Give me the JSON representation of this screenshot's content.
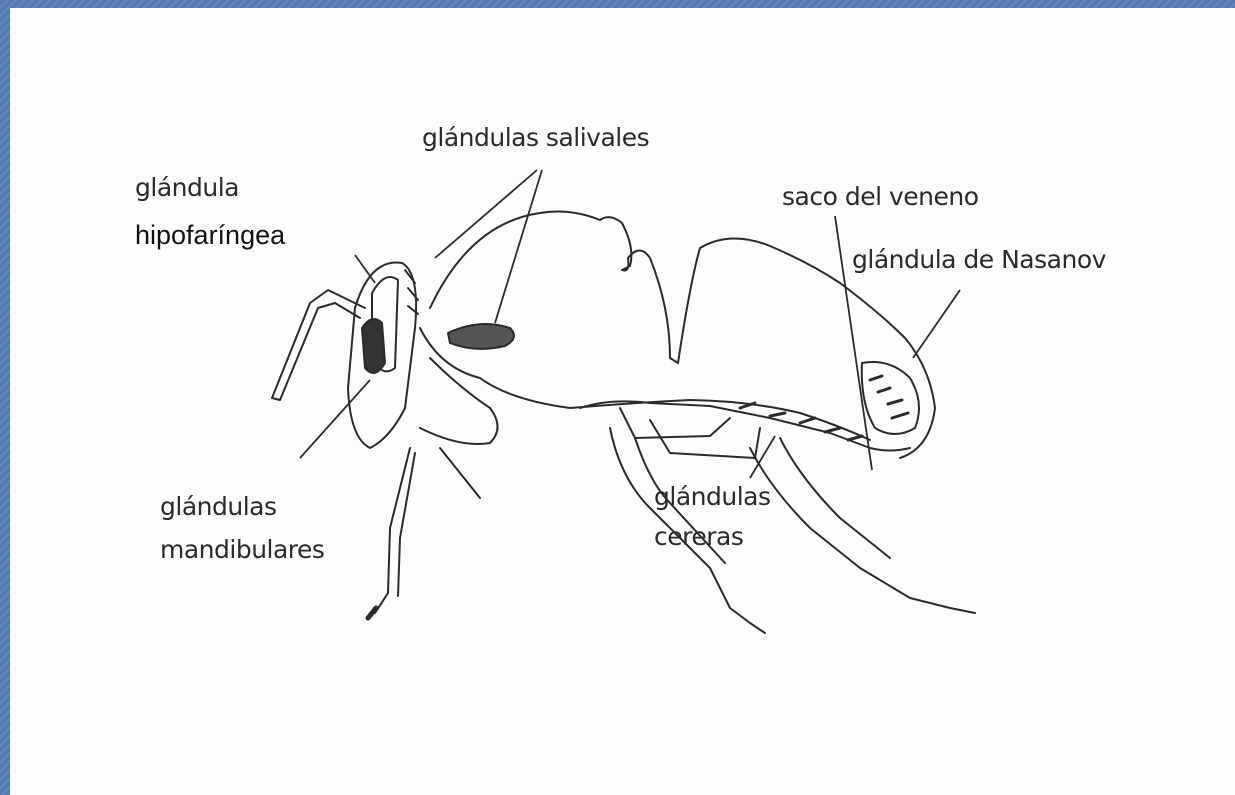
{
  "labels": {
    "glandula_line1": "glándula",
    "glandula_line2": "hipofaríngea",
    "salivales": "glándulas salivales",
    "veneno": "saco del veneno",
    "nasanov": "glándula de Nasanov",
    "mandibulares_line1": "glándulas",
    "mandibulares_line2": "mandibulares",
    "cereras_line1": "glándulas",
    "cereras_line2": "cereras"
  }
}
